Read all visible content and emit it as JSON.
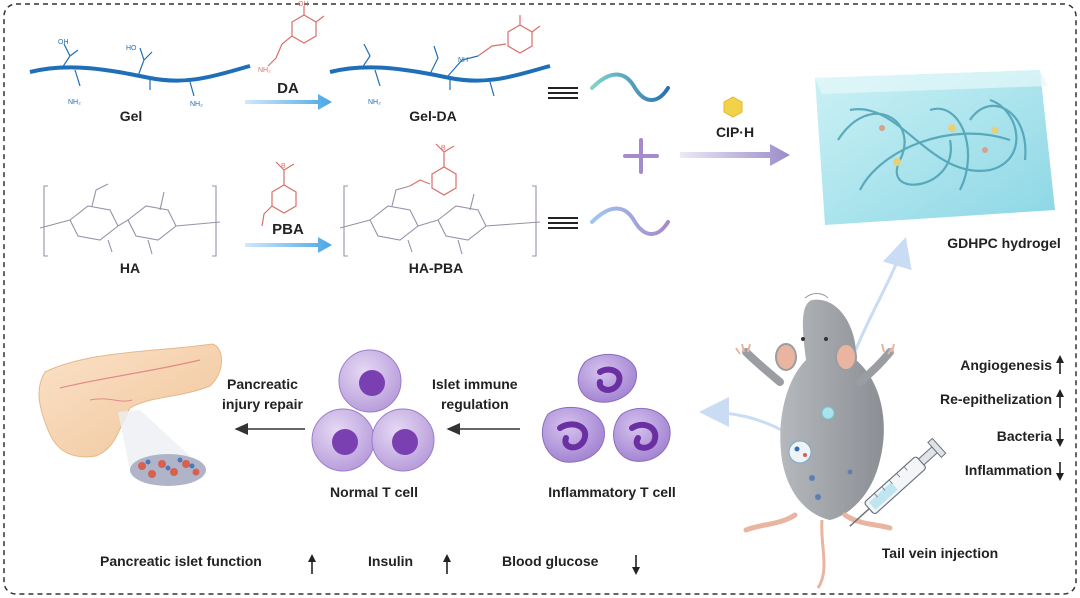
{
  "top": {
    "gel_label": "Gel",
    "da_label": "DA",
    "geldda_label": "Gel-DA",
    "ha_label": "HA",
    "pba_label": "PBA",
    "hapba_label": "HA-PBA",
    "ciph_label": "CIP·H",
    "hydrogel_label": "GDHPC hydrogel"
  },
  "chem_text": {
    "oh": "OH",
    "ho": "HO",
    "nh2": "NH₂",
    "nh": "NH",
    "b": "B",
    "o": "O"
  },
  "effects": [
    {
      "label": "Angiogenesis",
      "arrow": "↑"
    },
    {
      "label": "Re-epithelization",
      "arrow": "↑"
    },
    {
      "label": "Bacteria",
      "arrow": "↓"
    },
    {
      "label": "Inflammation",
      "arrow": "↓"
    }
  ],
  "middle": {
    "repair_label": "Pancreatic\ninjury repair",
    "immune_label": "Islet immune\nregulation",
    "normal_cell_label": "Normal T cell",
    "inflam_cell_label": "Inflammatory T cell",
    "injection_label": "Tail vein injection"
  },
  "bottom": [
    {
      "label": "Pancreatic islet function",
      "arrow": "↑"
    },
    {
      "label": "Insulin",
      "arrow": "↑"
    },
    {
      "label": "Blood glucose",
      "arrow": "↓"
    }
  ],
  "colors": {
    "gel_blue": "#1f6fb8",
    "da_red": "#d9706a",
    "ha_grey": "#9a90a8",
    "arrow_blue": "#6fb6e8",
    "arrow_purple": "#a69ad0",
    "cell_purple": "#9a6fc3",
    "nucleus": "#7a3fb0",
    "hydrogel": "#a9e3ec",
    "mouse": "#9a9ea3"
  }
}
